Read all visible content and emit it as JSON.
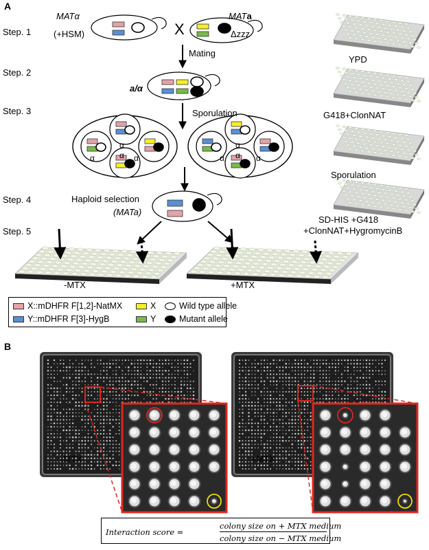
{
  "panel_a": {
    "label": "A",
    "steps": [
      "Step. 1",
      "Step. 2",
      "Step. 3",
      "Step. 4",
      "Step. 5"
    ],
    "mat_alpha": "MATα",
    "hsm": "(+HSM)",
    "mat_a": "MATa",
    "mat_a_prefix": "MAT",
    "mat_a_suffix": "a",
    "deletion": "Δzzz",
    "cross_symbol": "X",
    "diploid": "a/α",
    "spore_alpha": "α",
    "mating": "Mating",
    "sporulation": "Sporulation",
    "haploid_selection": "Haploid selection",
    "mat_a_selected": "(MATa)",
    "plate_labels": [
      "YPD",
      "G418+ClonNAT",
      "Sporulation",
      "SD-HIS +G418",
      "+ClonNAT+HygromycinB"
    ],
    "bottom_plates": [
      "-MTX",
      "+MTX"
    ]
  },
  "legend": {
    "items": [
      {
        "label": "X::mDHFR F[1,2]-NatMX",
        "color": "#e3a3a9"
      },
      {
        "label": "Y::mDHFR F[3]-HygB",
        "color": "#5a8fd4"
      },
      {
        "label": "X",
        "color": "#f5ee2a"
      },
      {
        "label": "Y",
        "color": "#77bb48"
      },
      {
        "label": "Wild type allele"
      },
      {
        "label": "Mutant allele"
      }
    ]
  },
  "panel_b": {
    "label": "B",
    "plates": [
      "-MTX",
      "+MTX"
    ]
  },
  "formula": {
    "lhs": "Interaction score =",
    "numerator": "colony size on + MTX medium",
    "denominator": "colony size on − MTX medium"
  },
  "colors": {
    "pink": "#e3a3a9",
    "blue": "#5a8fd4",
    "yellow": "#f5ee2a",
    "green": "#77bb48",
    "highlight_red": "#e0261f",
    "highlight_yellow": "#f0e000"
  }
}
